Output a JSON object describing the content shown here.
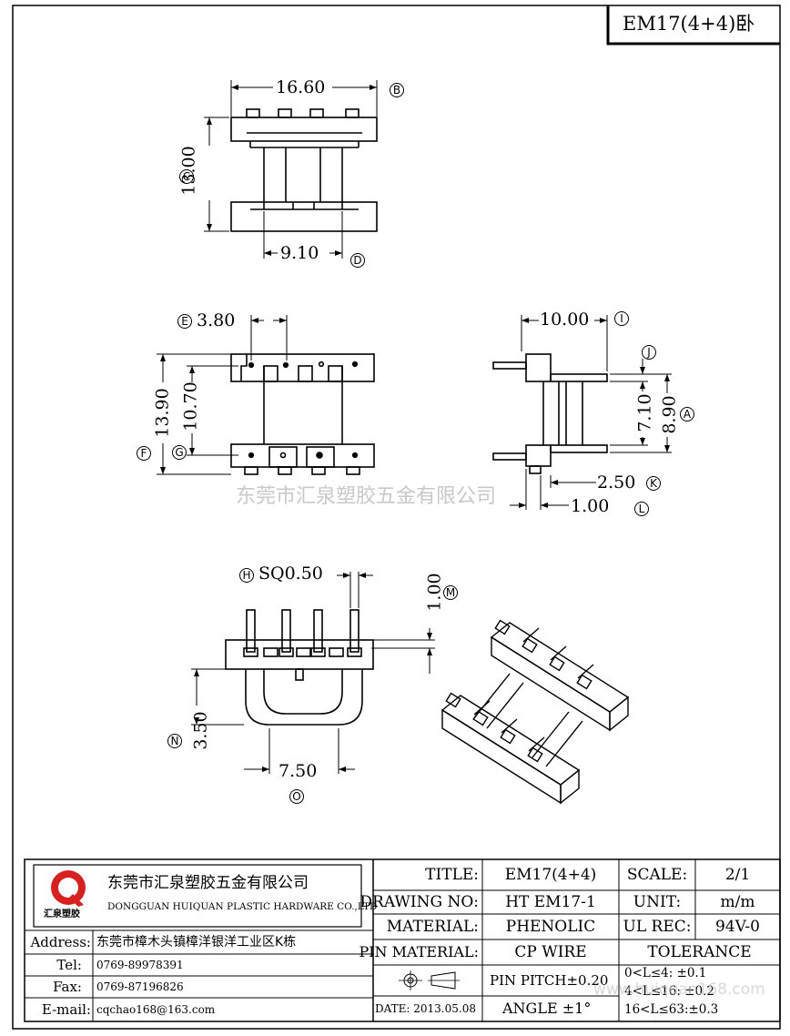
{
  "header": {
    "part_title": "EM17(4+4)卧"
  },
  "dims": {
    "b": "16.60",
    "b_ref": "B",
    "c": "13.00",
    "c_ref": "C",
    "d": "9.10",
    "d_ref": "D",
    "e": "3.80",
    "e_ref": "E",
    "f": "13.90",
    "f_ref": "F",
    "g": "10.70",
    "g_ref": "G",
    "i": "10.00",
    "i_ref": "I",
    "j_ref": "J",
    "side_710": "7.10",
    "a": "8.90",
    "a_ref": "A",
    "k": "2.50",
    "k_ref": "K",
    "l": "1.00",
    "l_ref": "L",
    "h": "SQ0.50",
    "h_ref": "H",
    "m": "1.00",
    "m_ref": "M",
    "n": "3.50",
    "n_ref": "N",
    "o": "7.50",
    "o_ref": "O"
  },
  "watermark": {
    "company": "东莞市汇泉塑胶五金有限公司",
    "url": "www.huiquan168.com"
  },
  "company": {
    "logo_letter": "Q",
    "logo_caption": "汇泉塑胶",
    "name_cn": "东莞市汇泉塑胶五金有限公司",
    "name_en": "DONGGUAN HUIQUAN PLASTIC HARDWARE CO.,LTD"
  },
  "contact": {
    "address_label": "Address:",
    "address": "东莞市樟木头镇樟洋银洋工业区K栋",
    "tel_label": "Tel:",
    "tel": "0769-89978391",
    "fax_label": "Fax:",
    "fax": "0769-87196826",
    "email_label": "E-mail:",
    "email": "cqchao168@163.com"
  },
  "titleblock": {
    "title_label": "TITLE:",
    "title": "EM17(4+4)",
    "scale_label": "SCALE:",
    "scale": "2/1",
    "drawing_label": "DRAWING NO:",
    "drawing": "HT EM17-1",
    "unit_label": "UNIT:",
    "unit": "m/m",
    "material_label": "MATERIAL:",
    "material": "PHENOLIC",
    "ul_label": "UL REC:",
    "ul": "94V-0",
    "pin_material_label": "PIN MATERIAL:",
    "pin_material": "CP WIRE",
    "tolerance_label": "TOLERANCE",
    "pin_pitch": "PIN PITCH±0.20",
    "tol1": "0<L≤4:  ±0.1",
    "date": "DATE: 2013.05.08",
    "angle": "ANGLE   ±1°",
    "tol2": "4<L≤16: ±0.2",
    "tol3": "16<L≤63:±0.3"
  },
  "colors": {
    "line": "#000000",
    "logo_red": "#d8201e",
    "watermark": "#c8c8c8"
  }
}
